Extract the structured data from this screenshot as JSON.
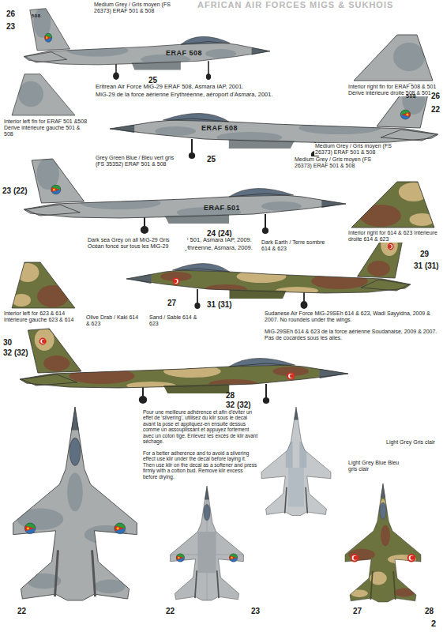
{
  "diagram": {
    "title": "AFRICAN AIR FORCES MIGS & SUKHOIS",
    "labels": [
      "26",
      "508",
      "23",
      "Medium Grey / Gris moyen (FS 26373) ERAF 501 & 508",
      "ERAF 508",
      "25",
      "Eritrean Air Force MiG-29 ERAF 508, Asmara IAP, 2001.",
      "MiG-29 de la force aérienne Erythréenne, aéroport d'Asmara, 2001.",
      "Interior right fin for ERAF 508 & 501 Dérive intérieure droite 508 & 501",
      "Interior left fin for ERAF 501 &508 Dérive intérieure gauche 501 & 508",
      "508",
      "26",
      "22",
      "ERAF 508",
      "25",
      "Medium Grey / Gris moyen (FS 26373) ERAF 501 & 508",
      "23 (22)",
      "Grey Green Blue / Bleu vert gris (FS 35352) ERAF 501 & 508",
      "ERAF 501",
      "24 (24)",
      "Medium Grey / Gris moyen (FS 26373) ERAF 501 & 508",
      "Eritrean Air Force MiG-29UB ERAF 501, Asmara IAP, 2009.",
      "MiG-29UB de la force aérienne Erythréenne, Asmara, 2009.",
      "Interior right for 614 & 623 Intérieure droite 614 & 623",
      "Dark sea Grey on all MiG-29 Gris Océan foncé sur tous les MiG-29",
      "Interior left for 623 & 614 Intérieure gauche 623 & 614",
      "Dark Earth / Terre sombre 614 & 623",
      "29",
      "31 (31)",
      "27",
      "31 (31)",
      "Sudanese Air Force MiG-29SEh 614 & 623, Wadi Sayyidna, 2009 & 2007. No roundels under the wings.",
      "MiG-29SEh 614 & 623 de la force aérienne Soudanaise, 2009 & 2007. Pas de cocardes sous les ailes.",
      "Olive Drab / Kaki 614 & 623",
      "Sand / Sable 614 & 623",
      "30",
      "32 (32)",
      "28",
      "32 (32)",
      "Pour une meilleure adhérence et afin d'éviter un effet de 'silvering', utilisez du klir sous le decal avant la pose et appliquez-en ensuite dessus comme un assouplissant et appuyez fortement avec un coton tige. Enlevez les excès de klir avant séchage.",
      "For a better adherence and to avoid a silvering effect use klir under the decal before laying it. Then use klir on the decal as a softener and press firmly with a cotton bud. Remove klir excess before drying.",
      "22",
      "22",
      "23",
      "27",
      "28",
      "Light Grey Gris clair",
      "Light Grey Blue Bleu gris clair",
      "2"
    ]
  }
}
